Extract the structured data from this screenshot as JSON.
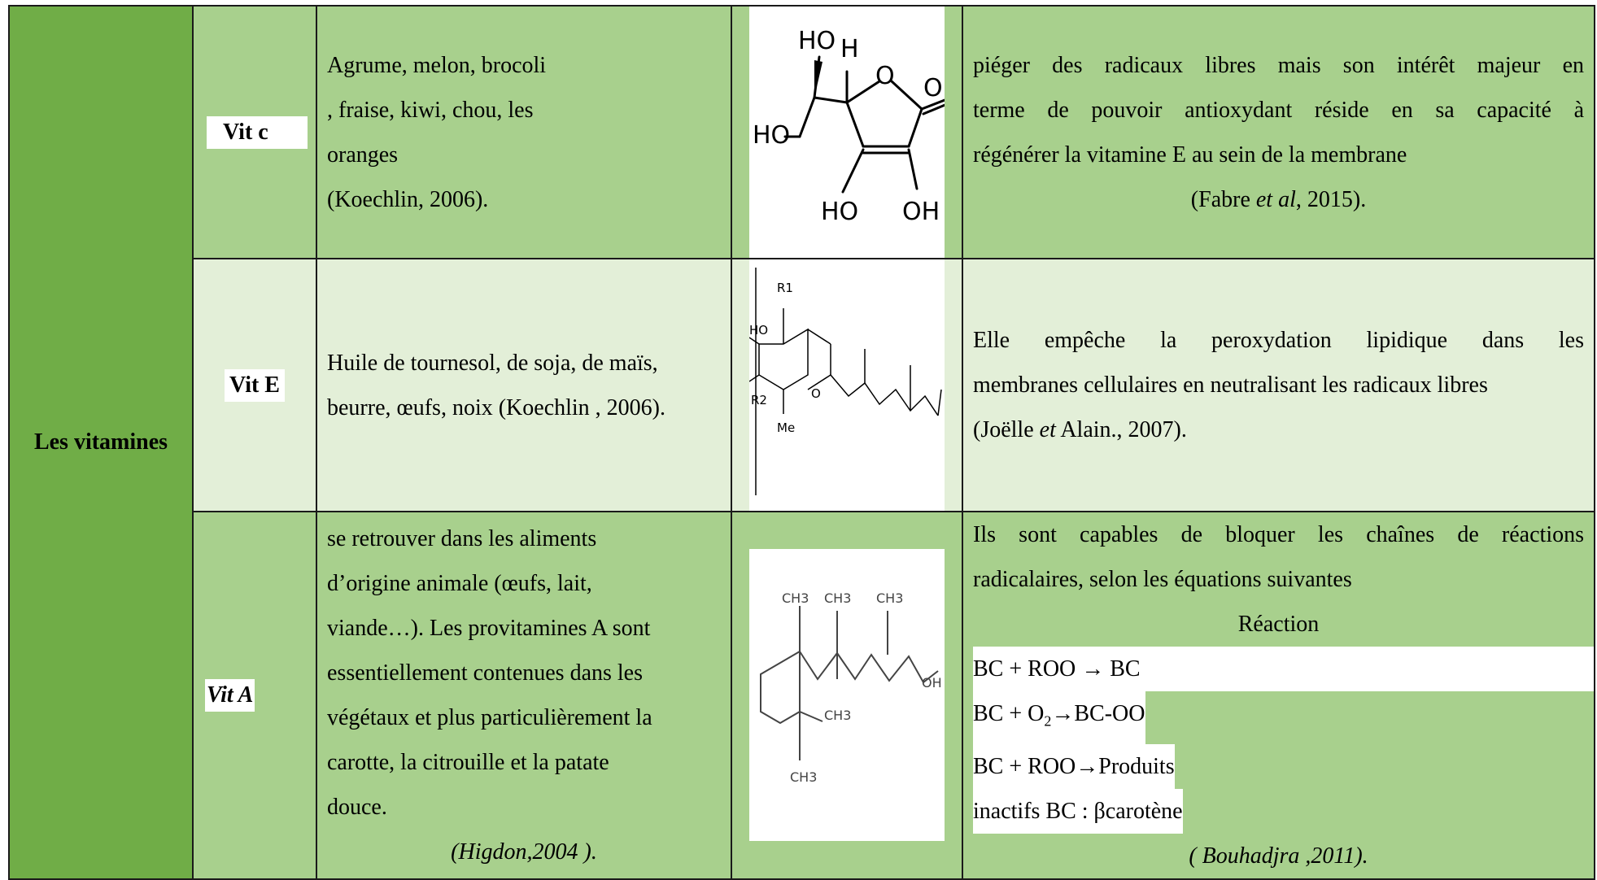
{
  "category": "Les vitamines",
  "rows": [
    {
      "name": "Vit c",
      "sources_lines": [
        "Agrume, melon, brocoli",
        ", fraise, kiwi, chou, les",
        "oranges",
        "(Koechlin, 2006)."
      ],
      "structure_labels": [
        "HO",
        "H",
        "O",
        "O",
        "HO",
        "HO",
        "OH"
      ],
      "desc_lines": [
        "piéger des radicaux libres mais son intérêt majeur en",
        "terme de pouvoir antioxydant réside en sa capacité à",
        "régénérer la vitamine E au sein de la membrane"
      ],
      "ref_pre": "(Fabre ",
      "ref_em": "et al",
      "ref_post": ", 2015)."
    },
    {
      "name": "Vit E",
      "sources_lines": [
        "Huile de tournesol, de soja, de maïs,",
        "beurre, œufs, noix (Koechlin , 2006)."
      ],
      "structure_labels": [
        "R1",
        "HO",
        "O",
        "R2",
        "Me"
      ],
      "desc_lines": [
        "Elle empêche la peroxydation lipidique dans les",
        "membranes cellulaires en neutralisant les radicaux libres"
      ],
      "ref_pre": "(Joëlle ",
      "ref_em": "et",
      "ref_post": " Alain., 2007)."
    },
    {
      "name": "Vit A",
      "sources_lines": [
        "se retrouver dans les aliments",
        "d’origine animale (œufs, lait,",
        "viande…). Les provitamines A sont",
        "essentiellement contenues dans les",
        "végétaux et plus particulièrement la",
        "carotte, la citrouille et la patate",
        "douce."
      ],
      "sources_ref": "(Higdon,2004 ).",
      "structure_labels": [
        "CH3",
        "CH3",
        "CH3",
        "CH3",
        "CH3",
        "OH"
      ],
      "desc_lines": [
        "Ils sont capables de bloquer les chaînes de réactions",
        "radicalaires, selon les équations suivantes"
      ],
      "reaction_title": "Réaction",
      "equations": {
        "eq1": "BC + ROO →   BC",
        "eq2_pre": "BC + O",
        "eq2_sub": "2",
        "eq2_post": "→BC-OO",
        "eq3": "BC + ROO→Produits",
        "eq4": "inactifs BC : βcarotène"
      },
      "ref": "( Bouhadjra ,2011)."
    }
  ]
}
